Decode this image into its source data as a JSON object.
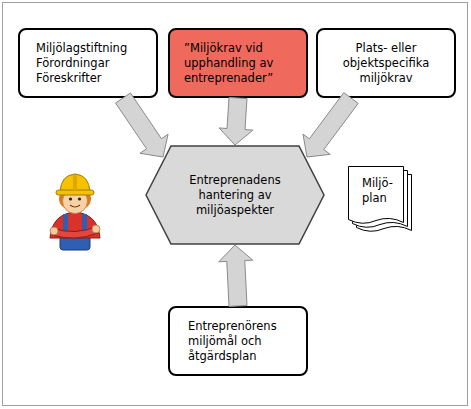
{
  "diagram": {
    "nodes": [
      {
        "text": [
          "Miljölagstiftning Förordningar Föreskrifter"
        ]
      },
      {
        "text": [
          "”Miljökrav vid upphandling av entreprenader”"
        ]
      },
      {
        "text": [
          "Plats- eller objektspecifika miljökrav"
        ]
      },
      {
        "text": [
          "Entreprenadens hantering av miljöaspekter"
        ]
      },
      {
        "text": [
          "Miljö- plan"
        ]
      },
      {
        "text": [
          "Entreprenörens miljömål och åtgärdsplan"
        ]
      }
    ],
    "edges": [
      {
        "from": 0,
        "to": 3,
        "arrow": "to"
      },
      {
        "from": 1,
        "to": 3,
        "arrow": "to"
      },
      {
        "from": 2,
        "to": 3,
        "arrow": "to"
      },
      {
        "from": 5,
        "to": 3,
        "arrow": "to"
      }
    ]
  }
}
